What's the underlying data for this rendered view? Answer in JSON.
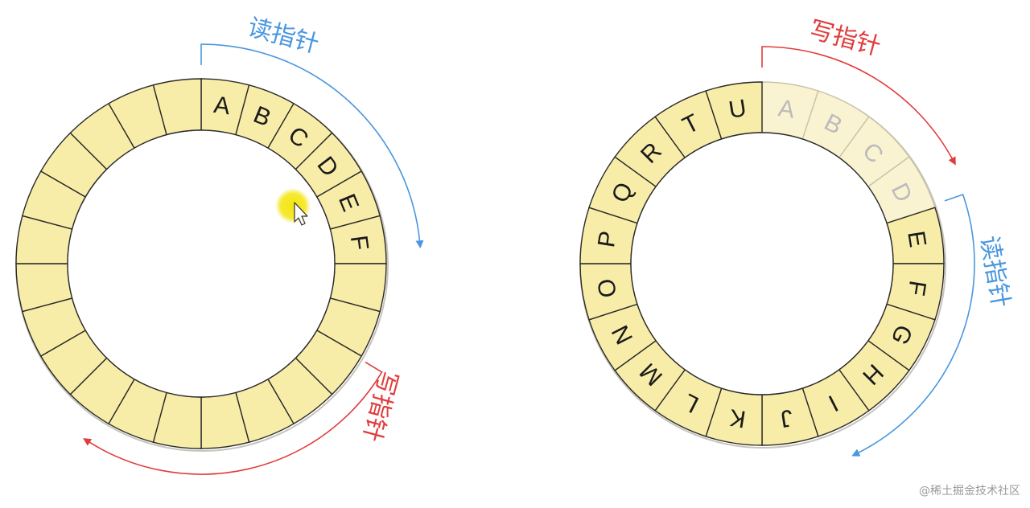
{
  "colors": {
    "cell_fill": "#f8eda8",
    "cell_faded_fill": "#f9f3d2",
    "cell_stroke": "#2a2a2a",
    "cell_faded_stroke": "#c9c3a8",
    "ring_shadow": "#8d8a78",
    "letter": "#1a1a1a",
    "letter_faded": "#bbbbbb",
    "read_pointer": "#4a97de",
    "write_pointer": "#e13b3b",
    "cursor_highlight": "#f3e400"
  },
  "diagram": {
    "left_buffer": {
      "cells": [
        "A",
        "B",
        "C",
        "D",
        "E",
        "F",
        "",
        "",
        "",
        "",
        "",
        "",
        "",
        "",
        "",
        "",
        "",
        "",
        "",
        "",
        "",
        "",
        "",
        ""
      ],
      "faded_cells": [],
      "read_pointer_label": "读指针",
      "write_pointer_label": "写指针"
    },
    "right_buffer": {
      "cells": [
        "A",
        "B",
        "C",
        "D",
        "E",
        "F",
        "G",
        "H",
        "I",
        "J",
        "K",
        "L",
        "M",
        "N",
        "O",
        "P",
        "Q",
        "R",
        "T",
        "U"
      ],
      "faded_cells": [
        0,
        1,
        2,
        3
      ],
      "read_pointer_label": "读指针",
      "write_pointer_label": "写指针"
    },
    "cursor": {
      "icon": "mouse-pointer-icon",
      "highlight": true
    }
  },
  "watermark": "@稀土掘金技术社区"
}
